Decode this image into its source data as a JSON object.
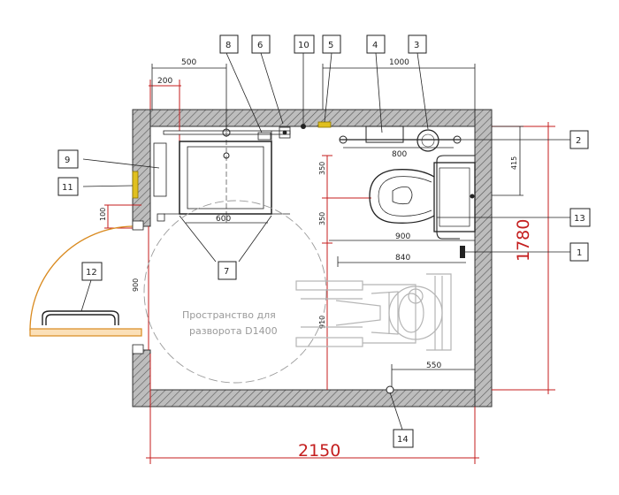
{
  "colors": {
    "wall_hatch": "#555555",
    "line": "#222222",
    "dimension_red": "#c41e1e",
    "door_orange": "#d98a1f",
    "grab_bar_yellow": "#e0c020",
    "faint_gray": "#9a9a9a"
  },
  "callouts": [
    {
      "id": "1",
      "text": "1"
    },
    {
      "id": "2",
      "text": "2"
    },
    {
      "id": "3",
      "text": "3"
    },
    {
      "id": "4",
      "text": "4"
    },
    {
      "id": "5",
      "text": "5"
    },
    {
      "id": "6",
      "text": "6"
    },
    {
      "id": "7",
      "text": "7"
    },
    {
      "id": "8",
      "text": "8"
    },
    {
      "id": "9",
      "text": "9"
    },
    {
      "id": "10",
      "text": "10"
    },
    {
      "id": "11",
      "text": "11"
    },
    {
      "id": "12",
      "text": "12"
    },
    {
      "id": "13",
      "text": "13"
    },
    {
      "id": "14",
      "text": "14"
    }
  ],
  "dimensions": {
    "top_500": "500",
    "top_1000": "1000",
    "red_200": "200",
    "shower_600": "600",
    "sink_800": "800",
    "right_415": "415",
    "left_350_a": "350",
    "left_350_b": "350",
    "width_900": "900",
    "width_840": "840",
    "door_100": "100",
    "door_900": "900",
    "height_910": "910",
    "bottom_550": "550",
    "overall_width": "2150",
    "overall_height": "1780"
  },
  "notes": {
    "turning_line1": "Пространство для",
    "turning_line2": "разворота D1400"
  },
  "icons": [
    "wheelchair-icon",
    "toilet-icon",
    "sink-icon",
    "shower-icon",
    "door-icon",
    "grab-bar-icon"
  ]
}
